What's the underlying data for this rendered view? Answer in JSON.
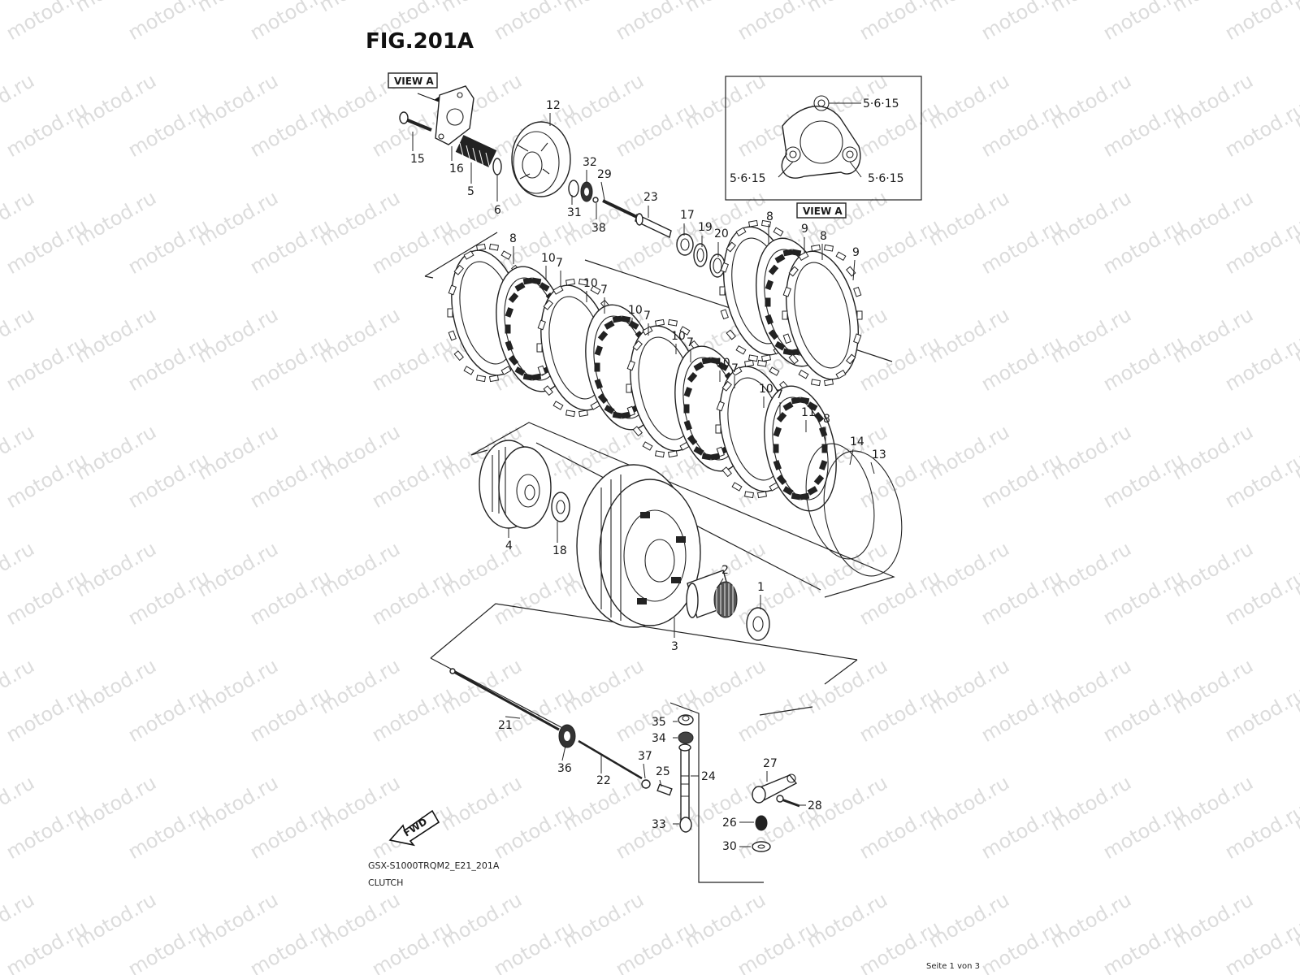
{
  "figure": {
    "title": "FIG.201A",
    "model_code": "GSX-S1000TRQM2_E21_201A",
    "section": "CLUTCH",
    "page_indicator": "Seite 1 von 3"
  },
  "watermark": {
    "text": "motod.ru"
  },
  "view_labels": {
    "tag": "VIEW A",
    "inset_tag": "VIEW A",
    "fwd": "FWD"
  },
  "torque_labels": [
    "5·6·15",
    "5·6·15",
    "5·6·15"
  ],
  "part_callouts": [
    "1",
    "2",
    "3",
    "4",
    "5",
    "6",
    "8",
    "9",
    "8",
    "9",
    "8",
    "10",
    "7",
    "10",
    "7",
    "10",
    "7",
    "10",
    "7",
    "10",
    "7",
    "10",
    "7",
    "11",
    "8",
    "12",
    "13",
    "14",
    "15",
    "16",
    "17",
    "18",
    "19",
    "20",
    "21",
    "22",
    "23",
    "24",
    "25",
    "26",
    "27",
    "28",
    "29",
    "30",
    "31",
    "32",
    "33",
    "34",
    "35",
    "36",
    "37",
    "38"
  ]
}
